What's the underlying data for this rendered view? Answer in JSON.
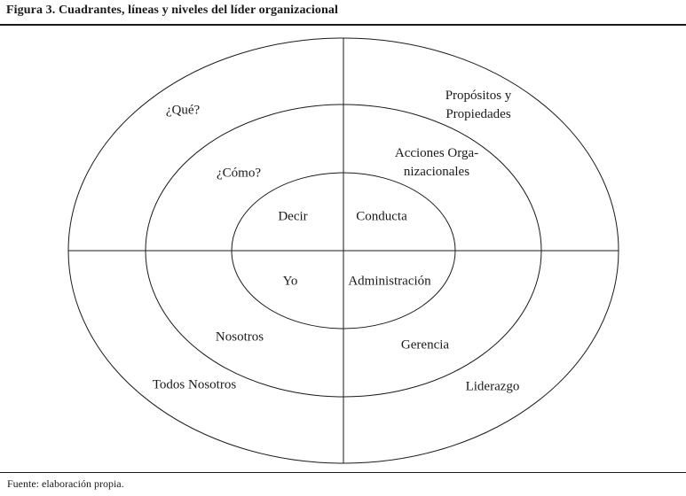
{
  "figure": {
    "title": "Figura 3. Cuadrantes, líneas y niveles del líder organizacional",
    "source": "Fuente: elaboración propia."
  },
  "diagram": {
    "type": "concentric-quadrant-diagram",
    "rings": [
      "inner",
      "middle",
      "outer"
    ],
    "quadrant_labels": {
      "outer_top_left": "¿Qué?",
      "outer_top_right": "Propósitos y\nPropiedades",
      "middle_top_left": "¿Cómo?",
      "middle_top_right": "Acciones Orga-\nnizacionales",
      "inner_top_left": "Decir",
      "inner_top_right": "Conducta",
      "inner_bottom_left": "Yo",
      "inner_bottom_right": "Administración",
      "middle_bottom_left": "Nosotros",
      "middle_bottom_right": "Gerencia",
      "outer_bottom_left": "Todos Nosotros",
      "outer_bottom_right": "Liderazgo"
    }
  },
  "colors": {
    "line": "#1a1a1a",
    "text": "#1a1a1a",
    "background": "#ffffff"
  }
}
